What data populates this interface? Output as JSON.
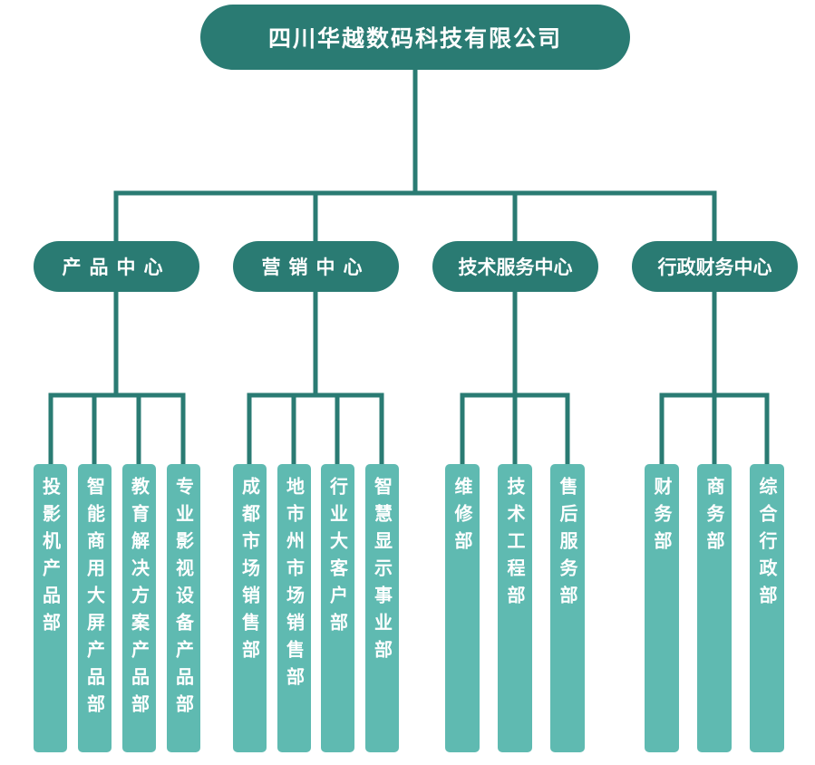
{
  "company": "四川华越数码科技有限公司",
  "centers": [
    {
      "name": "产品中心",
      "departments": [
        "投影机产品部",
        "智能商用大屏产品部",
        "教育解决方案产品部",
        "专业影视设备产品部"
      ]
    },
    {
      "name": "营销中心",
      "departments": [
        "成都市场销售部",
        "地市州市场销售部",
        "行业大客户部",
        "智慧显示事业部"
      ]
    },
    {
      "name": "技术服务中心",
      "departments": [
        "维修部",
        "技术工程部",
        "售后服务部"
      ]
    },
    {
      "name": "行政财务中心",
      "departments": [
        "财务部",
        "商务部",
        "综合行政部"
      ]
    }
  ],
  "colors": {
    "dark_teal": "#2a7b73",
    "light_teal": "#5fbab1",
    "connector": "#2a7b73"
  }
}
